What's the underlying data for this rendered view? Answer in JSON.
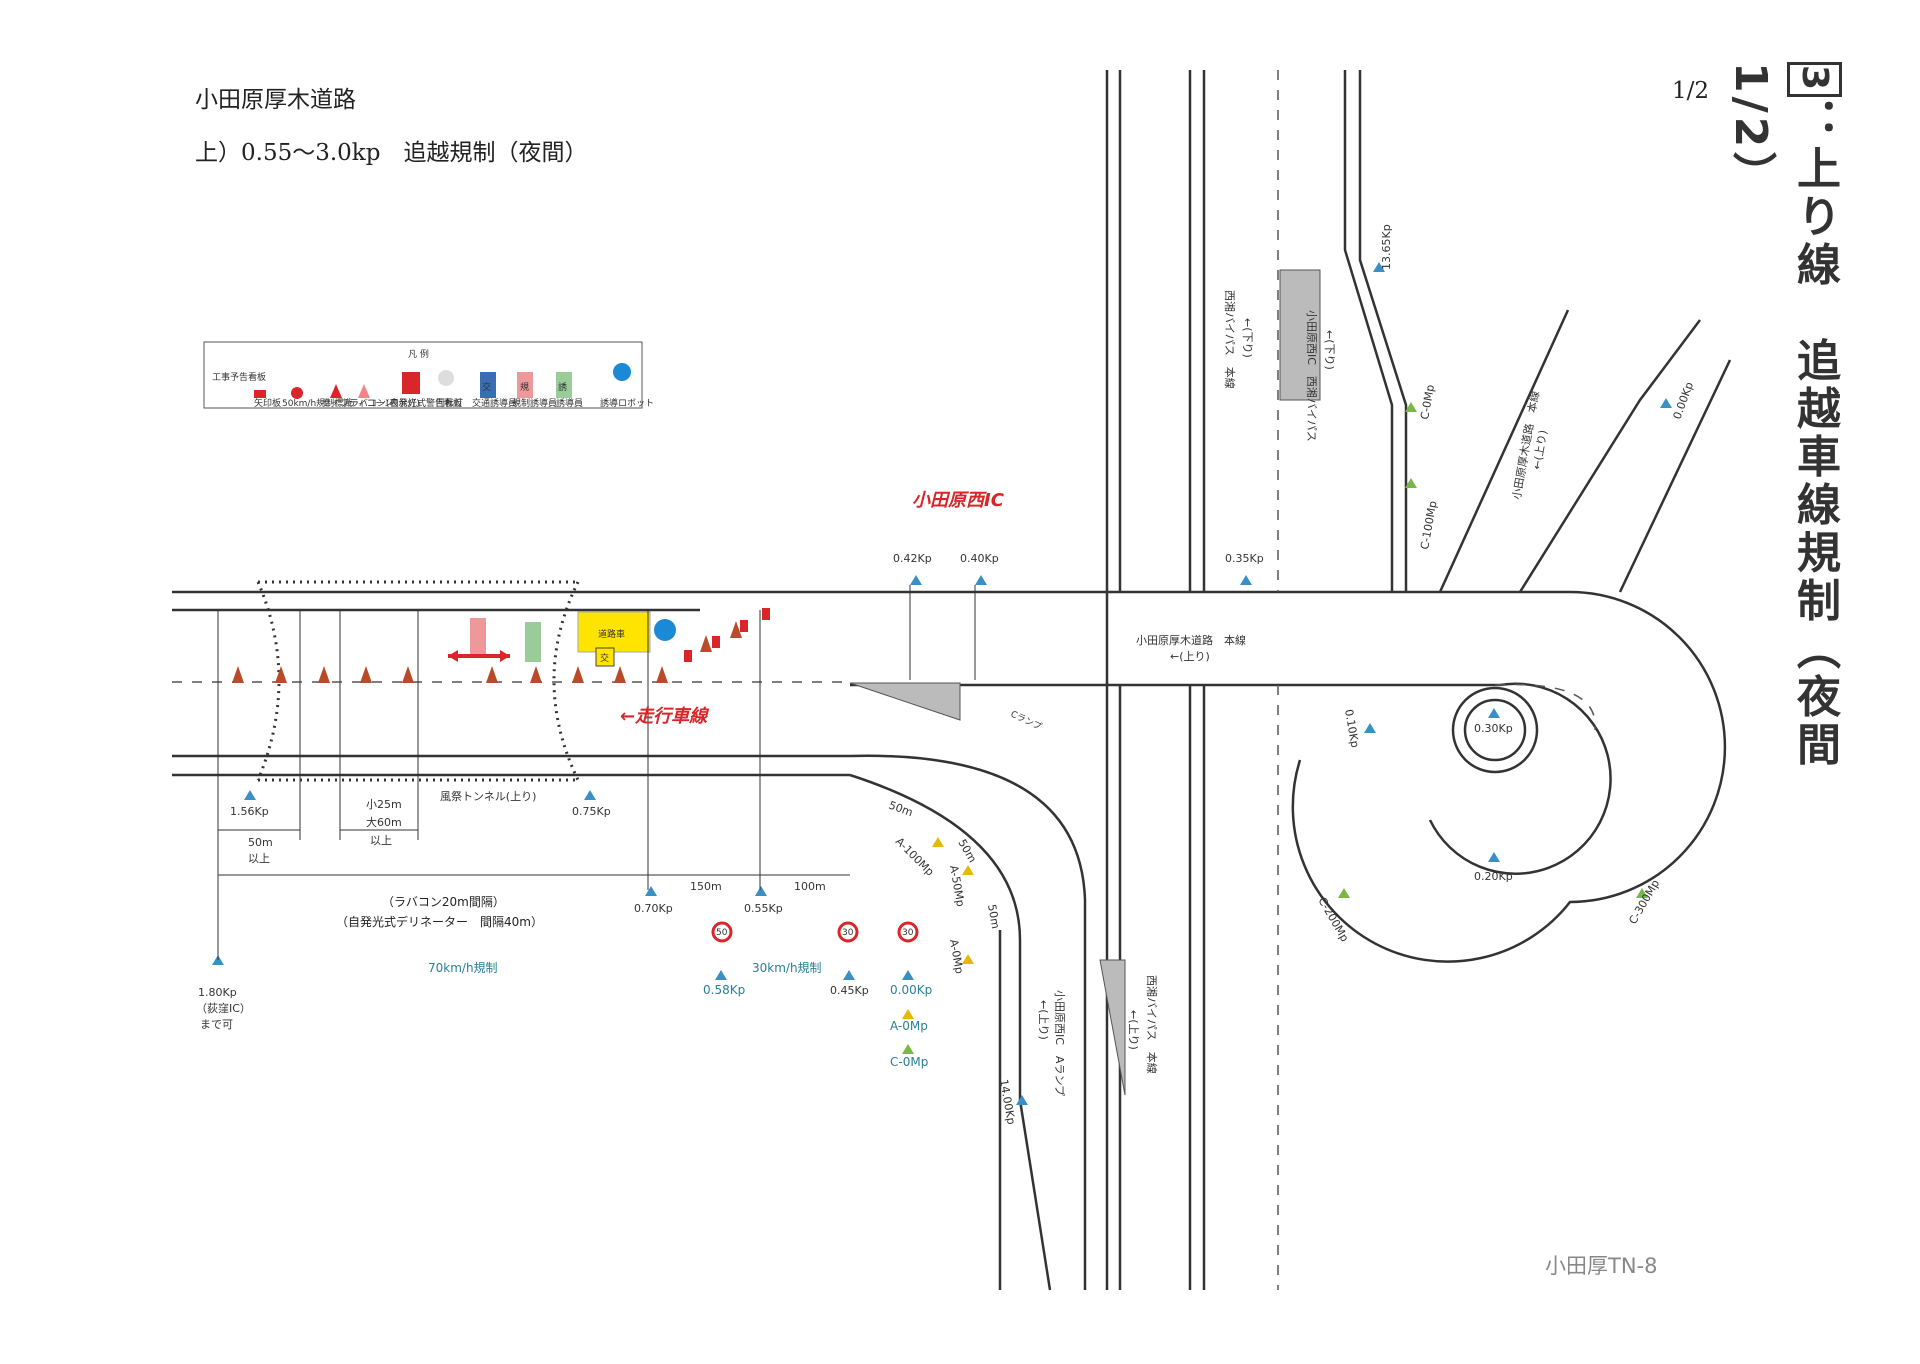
{
  "header": {
    "title": "小田原厚木道路",
    "subtitle": "上）0.55〜3.0kp　追越規制（夜間）",
    "page": "1/2"
  },
  "side_title": {
    "number": "3",
    "text": "：上り線　追越車線規制（夜間1/2）"
  },
  "footer": "小田厚TN-8",
  "legend": {
    "title": "凡 例",
    "items": [
      "工事予告看板",
      "矢印板",
      "50km/h規制標識",
      "セイフティコーン",
      "ラバコン(表示灯)",
      "自発光式警告看板",
      "回転灯",
      "交通誘導員",
      "規制誘導員",
      "誘導員",
      "誘導ロボット"
    ],
    "badges": [
      "規",
      "誘",
      "交"
    ]
  },
  "places": {
    "ic_name": "小田原西IC",
    "lane_label": "←走行車線",
    "tunnel": "風祭トンネル(上り)"
  },
  "kp_labels": [
    "0.42Kp",
    "0.40Kp",
    "0.35Kp",
    "13.65Kp",
    "0.00Kp",
    "C-0Mp",
    "C-100Mp",
    "0.10Kp",
    "0.30Kp",
    "0.20Kp",
    "C-200Mp",
    "C-300Mp",
    "1.56Kp",
    "0.75Kp",
    "0.70Kp",
    "0.55Kp",
    "1.80Kp",
    "0.58Kp",
    "0.45Kp",
    "0.00Kp",
    "A-0Mp",
    "C-0Mp",
    "A-100Mp",
    "A-50Mp",
    "A-0Mp",
    "14.00Kp"
  ],
  "dimensions": {
    "d50_label": "50m",
    "d50_sub": "以上",
    "small": "小25m",
    "large": "大60m",
    "above": "以上",
    "d150": "150m",
    "d100": "100m",
    "d50a": "50m",
    "d50b": "50m",
    "d50c": "50m"
  },
  "notes": {
    "rubber_cone": "（ラバコン20m間隔）",
    "delineator": "（自発光式デリネーター　間隔40m）",
    "limit70": "70km/h規制",
    "limit30": "30km/h規制",
    "from_ic_1": "（荻窪IC）",
    "from_ic_2": "まで可"
  },
  "signs": {
    "speed50": "50",
    "speed30a": "30",
    "speed30b": "30"
  },
  "road_labels": {
    "mainline": "小田原厚木道路　本線",
    "mainline_dir": "←(上り)",
    "west_bypass_top": "西湘バイパス　本線",
    "west_bypass_top_dir": "←(下り)",
    "west_ramp_top": "小田原西IC　西湘バイパス",
    "west_ramp_top_dir": "←(下り)",
    "oda_main_upper": "小田原厚木道路　本線",
    "oda_main_upper_dir": "←(上り)",
    "ramp_a": "小田原西IC　Aランプ",
    "ramp_a_dir": "←(上り)",
    "west_bypass_bottom": "西湘バイパス　本線",
    "west_bypass_bottom_dir": "←(上り)",
    "c_ramp": "Cランプ"
  },
  "equipment": {
    "vehicle": "道路車",
    "badge_ko": "交"
  },
  "colors": {
    "road": "#333333",
    "kp_marker": "#3b8fc4",
    "mp_marker_green": "#7ab648",
    "mp_marker_yellow": "#e6b800",
    "red_text": "#d8262b",
    "vehicle": "#ffe400"
  }
}
